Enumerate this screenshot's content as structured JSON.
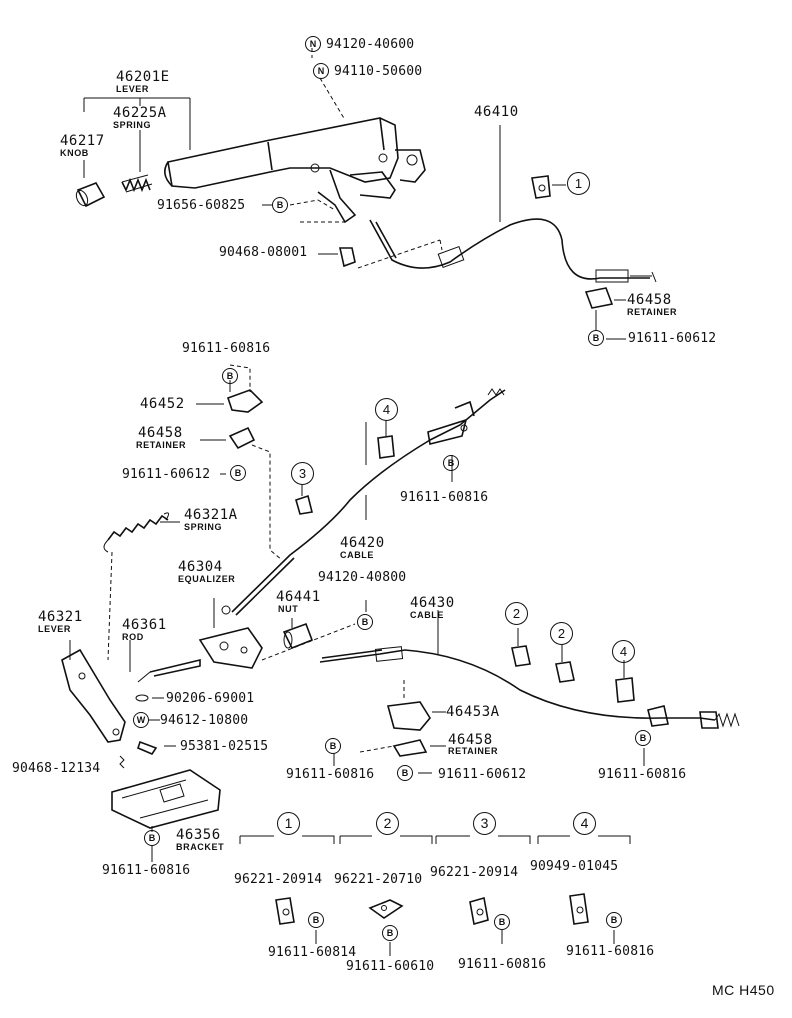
{
  "diagram_code": "MC H450",
  "parts": {
    "p94120_40600": "94120-40600",
    "p94110_50600": "94110-50600",
    "p46201E": "46201E",
    "p46201E_sub": "LEVER",
    "p46225A": "46225A",
    "p46225A_sub": "SPRING",
    "p46217": "46217",
    "p46217_sub": "KNOB",
    "p46410": "46410",
    "p91656_60825": "91656-60825",
    "p90468_08001": "90468-08001",
    "p46458_top": "46458",
    "p46458_top_sub": "RETAINER",
    "p91611_60612_top": "91611-60612",
    "p91611_60816_a": "91611-60816",
    "p46452": "46452",
    "p46458_mid": "46458",
    "p46458_mid_sub": "RETAINER",
    "p91611_60612_mid": "91611-60612",
    "p91611_60816_b": "91611-60816",
    "p46321A": "46321A",
    "p46321A_sub": "SPRING",
    "p46420": "46420",
    "p46420_sub": "CABLE",
    "p46304": "46304",
    "p46304_sub": "EQUALIZER",
    "p94120_40800": "94120-40800",
    "p46441": "46441",
    "p46441_sub": "NUT",
    "p46430": "46430",
    "p46430_sub": "CABLE",
    "p46321": "46321",
    "p46321_sub": "LEVER",
    "p46361": "46361",
    "p46361_sub": "ROD",
    "p90206_69001": "90206-69001",
    "p94612_10800": "94612-10800",
    "p95381_02515": "95381-02515",
    "p90468_12134": "90468-12134",
    "p46453A": "46453A",
    "p46458_low": "46458",
    "p46458_low_sub": "RETAINER",
    "p91611_60816_c": "91611-60816",
    "p91611_60612_low": "91611-60612",
    "p91611_60816_d": "91611-60816",
    "p46356": "46356",
    "p46356_sub": "BRACKET",
    "p91611_60816_e": "91611-60816"
  },
  "badges": {
    "n": "N",
    "w": "W",
    "b": "B"
  },
  "refs": {
    "r1": "1",
    "r2": "2",
    "r3": "3",
    "r4": "4"
  },
  "groups": [
    {
      "num": "1",
      "clamp": "96221-20914",
      "bolt": "91611-60814"
    },
    {
      "num": "2",
      "clamp": "96221-20710",
      "bolt": "91611-60610"
    },
    {
      "num": "3",
      "clamp": "96221-20914",
      "bolt": "91611-60816"
    },
    {
      "num": "4",
      "clamp": "90949-01045",
      "bolt": "91611-60816"
    }
  ]
}
